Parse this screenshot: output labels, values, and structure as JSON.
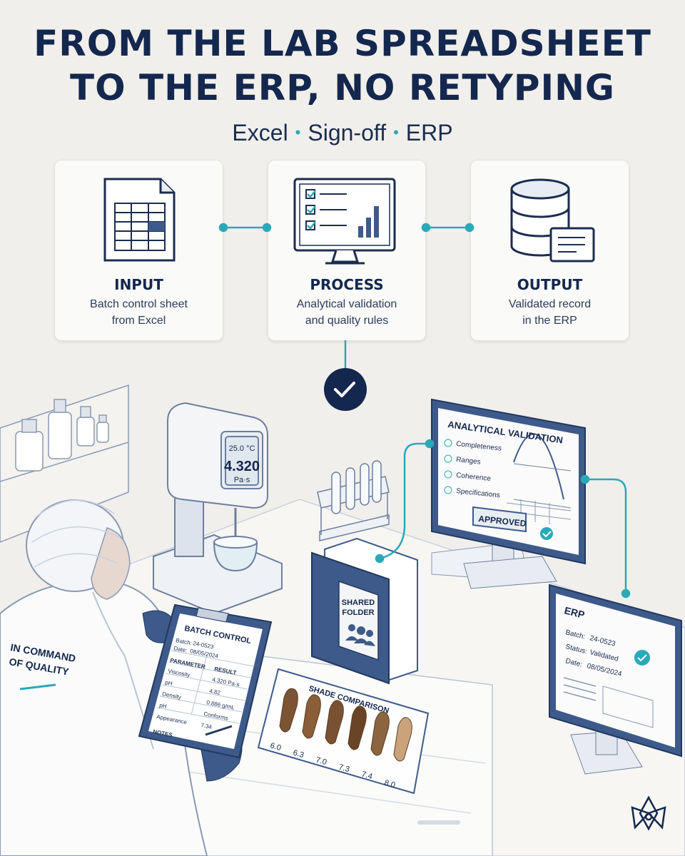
{
  "title": {
    "line1": "FROM THE LAB SPREADSHEET",
    "line2": "TO THE ERP, NO RETYPING"
  },
  "subtitle": {
    "parts": [
      "Excel",
      "Sign-off",
      "ERP"
    ],
    "separator": "•"
  },
  "cards": [
    {
      "title": "INPUT",
      "desc1": "Batch control sheet",
      "desc2": "from Excel",
      "icon": "spreadsheet-icon"
    },
    {
      "title": "PROCESS",
      "desc1": "Analytical validation",
      "desc2": "and quality rules",
      "icon": "monitor-checklist-icon"
    },
    {
      "title": "OUTPUT",
      "desc1": "Validated record",
      "desc2": "in the ERP",
      "icon": "database-icon"
    }
  ],
  "viscometer": {
    "temp": "25.0 °C",
    "value": "4.320",
    "unit": "Pa·s"
  },
  "clipboard": {
    "title": "BATCH CONTROL",
    "batch_label": "Batch:",
    "batch": "24-0523",
    "date_label": "Date:",
    "date": "08/05/2024",
    "col_param": "PARAMETER",
    "col_result": "RESULT",
    "rows": [
      {
        "param": "Viscosity",
        "result": "4.320 Pa·s"
      },
      {
        "param": "pH",
        "result": "4.82"
      },
      {
        "param": "Density",
        "result": "0.886 g/mL"
      },
      {
        "param": "pH",
        "result": "Conforms"
      },
      {
        "param": "Appearance",
        "result": "7.34"
      }
    ],
    "notes": "NOTES"
  },
  "coat": {
    "line1": "IN COMMAND",
    "line2": "OF QUALITY"
  },
  "binder": {
    "line1": "SHARED",
    "line2": "FOLDER"
  },
  "shade": {
    "title": "SHADE COMPARISON",
    "labels": [
      "6.0",
      "6.3",
      "7.0",
      "7.3",
      "7.4",
      "8.0"
    ]
  },
  "validation": {
    "title": "ANALYTICAL VALIDATION",
    "checks": [
      "Completeness",
      "Ranges",
      "Coherence",
      "Specifications"
    ],
    "approved": "APPROVED"
  },
  "erp": {
    "title": "ERP",
    "batch_label": "Batch:",
    "batch": "24-0523",
    "status_label": "Status:",
    "status": "Validated",
    "date_label": "Date:",
    "date": "08/05/2024"
  },
  "colors": {
    "navy": "#14274e",
    "teal": "#2aa9b8",
    "background": "#f1efeb"
  }
}
